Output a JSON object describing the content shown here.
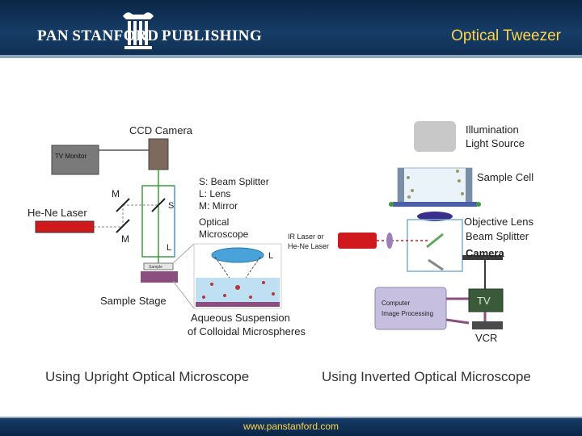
{
  "header": {
    "publisher_word1": "PAN",
    "publisher_word2": "STANFORD",
    "publisher_word3": "PUBLISHING",
    "slide_title": "Optical Tweezer"
  },
  "upright": {
    "ccd_camera": "CCD Camera",
    "tv_monitor": "TV Monitor",
    "mirror_label": "M",
    "lens_label": "L",
    "splitter_label": "S",
    "he_ne_laser": "He-Ne Laser",
    "legend_s": "S: Beam Splitter",
    "legend_l": "L: Lens",
    "legend_m": "M: Mirror",
    "optical_microscope_1": "Optical",
    "optical_microscope_2": "Microscope",
    "sample": "Sample",
    "sample_stage": "Sample Stage",
    "aqueous_1": "Aqueous Suspension",
    "aqueous_2": "of Colloidal Microspheres",
    "caption": "Using Upright Optical Microscope"
  },
  "inverted": {
    "illumination_1": "Illumination",
    "illumination_2": "Light Source",
    "sample_cell": "Sample Cell",
    "ir_laser_1": "IR Laser or",
    "ir_laser_2": "He-Ne Laser",
    "objective_lens": "Objective Lens",
    "beam_splitter": "Beam Splitter",
    "camera": "Camera",
    "computer_1": "Computer",
    "computer_2": "Image Processing",
    "tv": "TV",
    "vcr": "VCR",
    "caption": "Using Inverted Optical Microscope"
  },
  "footer": {
    "url": "www.panstanford.com"
  },
  "colors": {
    "header_bg": "#0f2f52",
    "title": "#ffd34a",
    "laser_red": "#d0191c",
    "stage_purple": "#8b4f7f",
    "beam_green": "#3f9a3f"
  }
}
